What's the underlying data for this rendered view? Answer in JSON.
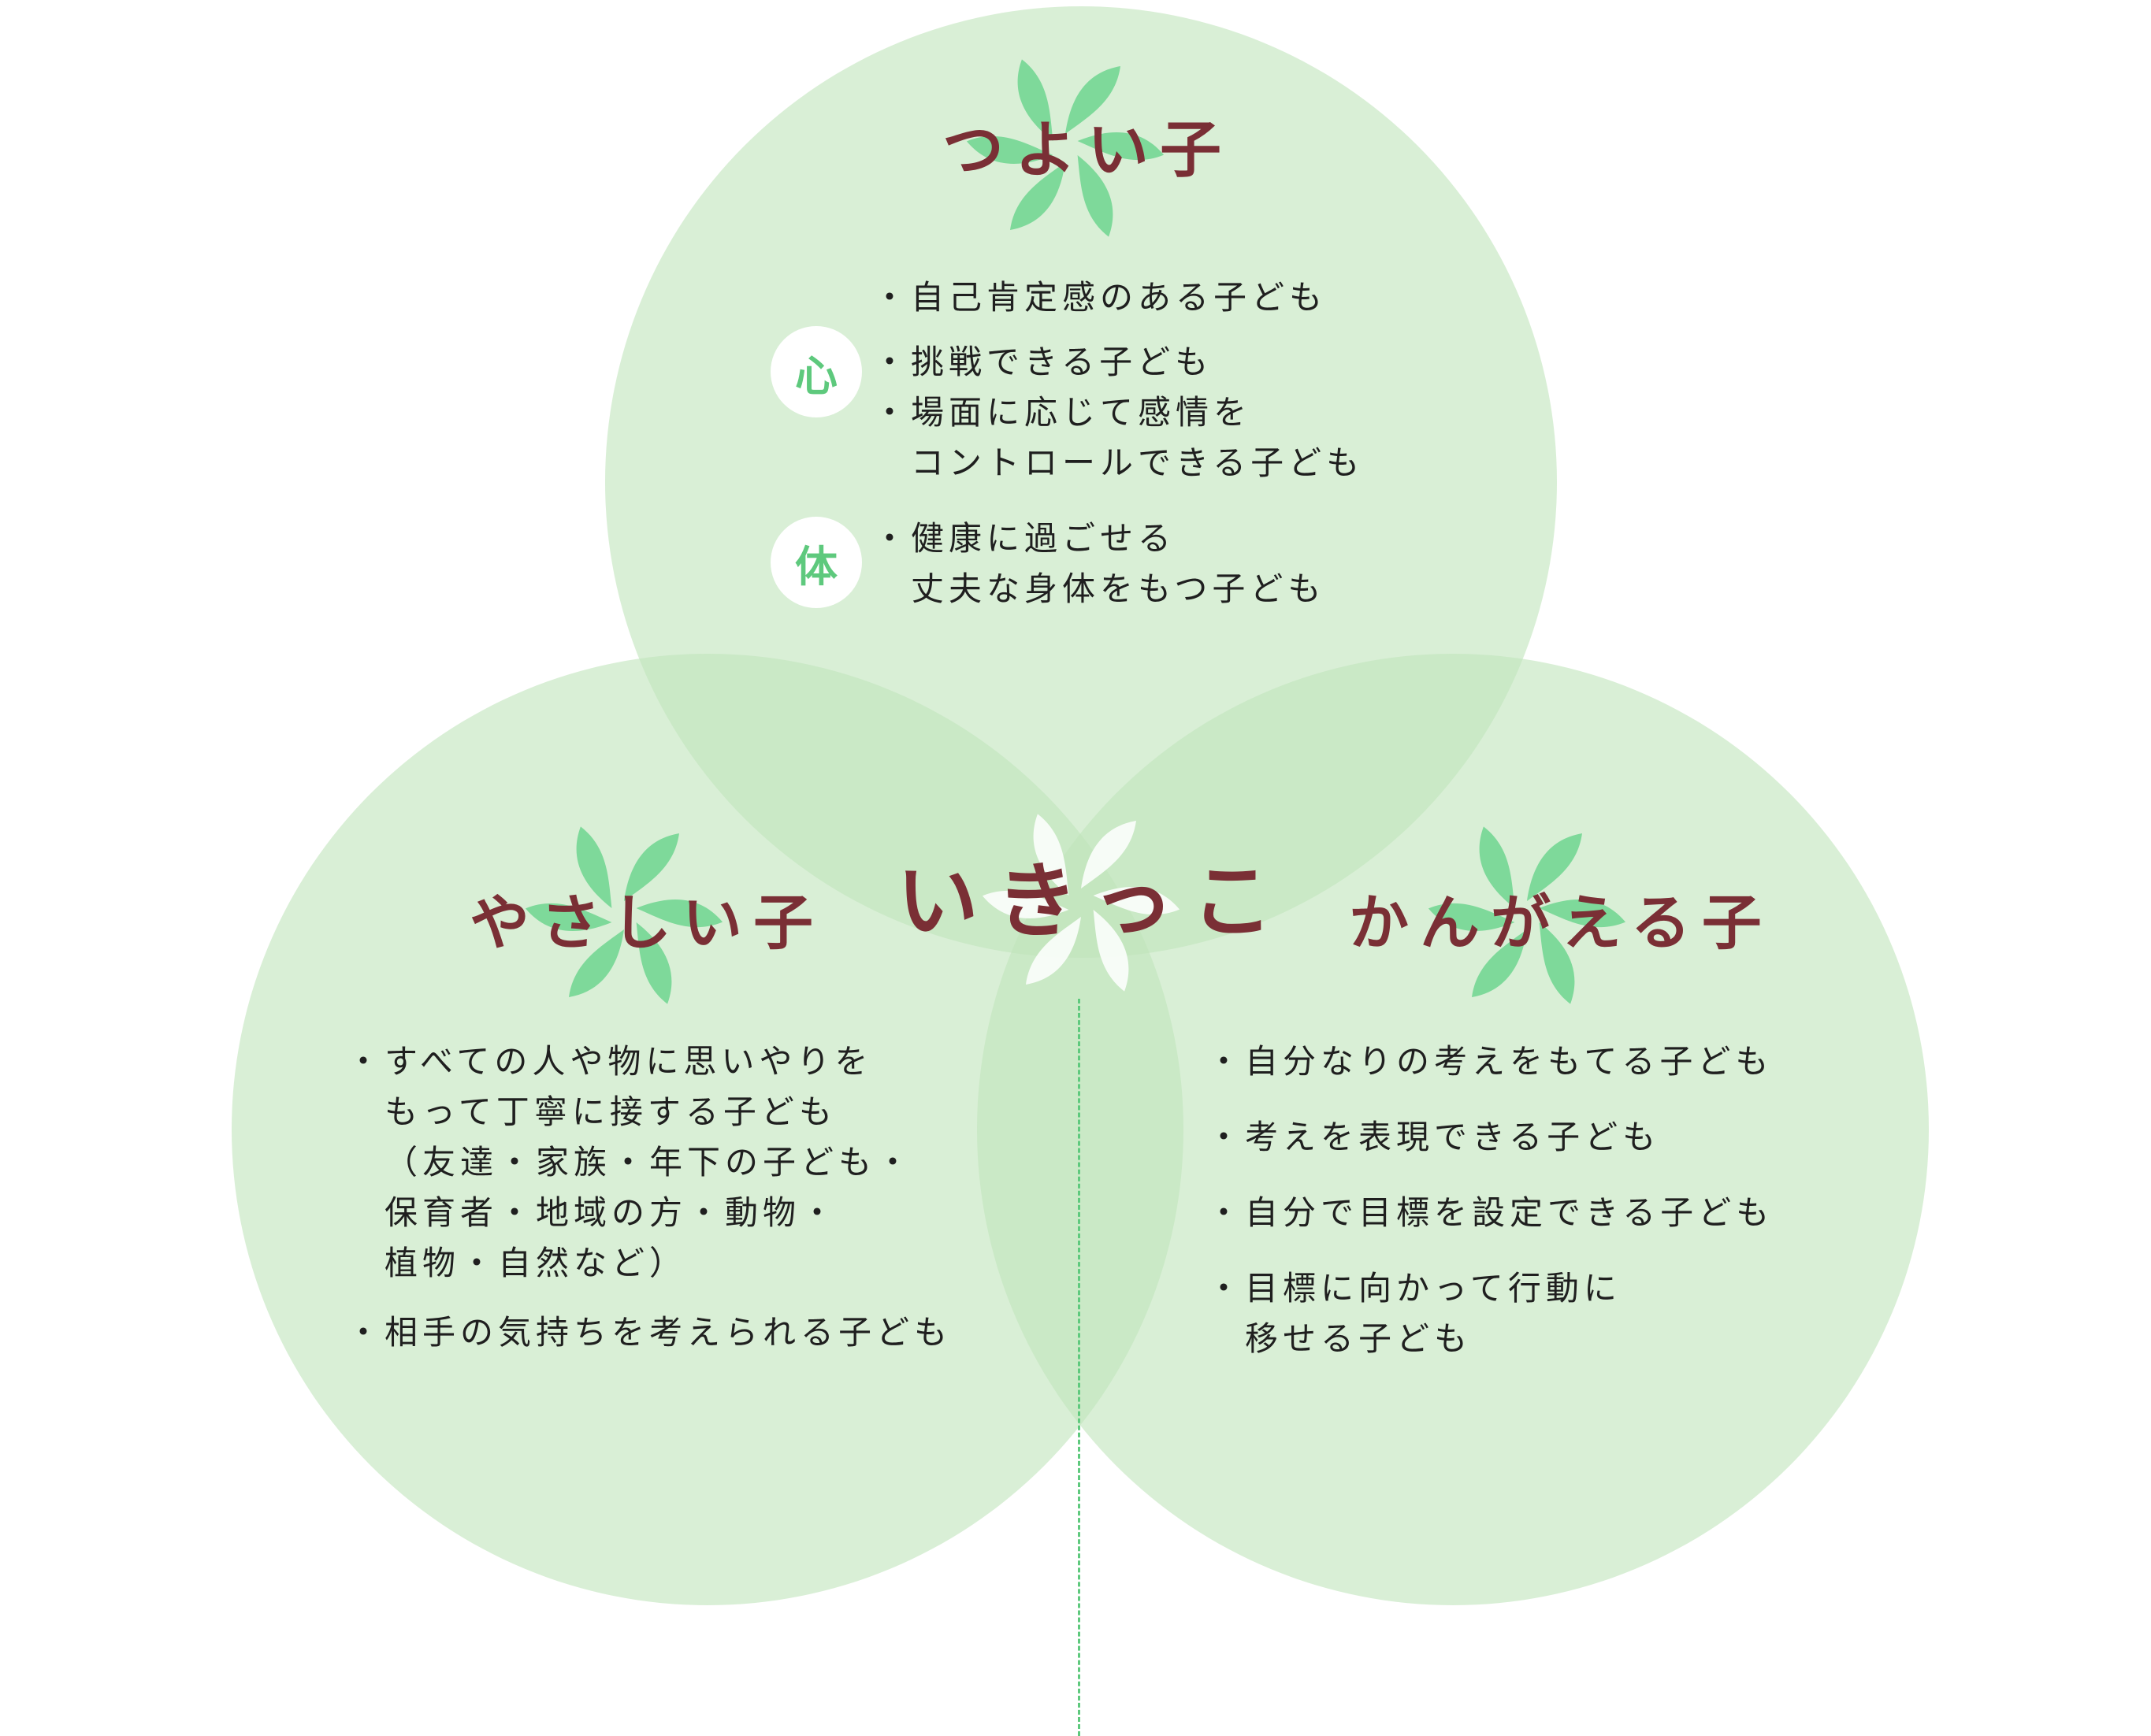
{
  "colors": {
    "circle": "#c0e4bb",
    "heading": "#7a2f35",
    "leaf": "#7ed99a",
    "leaf_center": "#ffffff",
    "badge_text": "#5ec97d",
    "text": "#1f1f1f"
  },
  "center": {
    "title": "いきっこ"
  },
  "strong": {
    "title": "つよい子",
    "heart": {
      "badge": "心",
      "items": [
        "自己肯定感のある子ども",
        "挑戦できる子ども",
        "場面に応じて感情を\nコントロールできる子ども"
      ]
    },
    "body": {
      "badge": "体",
      "items": [
        "健康に過ごせる\n丈夫な身体をもつ子ども"
      ]
    }
  },
  "kind": {
    "title": "やさしい子",
    "items": [
      "すべての人や物に思いやりを\nもって丁寧に接する子ども\n（友達・家族・年下の子ども・\n保育者・地域の方・動物・\n植物・自然など）",
      "相手の気持ちを考えられる子ども"
    ]
  },
  "think": {
    "title": "かんがえる子",
    "items": [
      "自分なりの考えをもてる子ども",
      "考えを表現できる子ども",
      "自分で目標を設定できる子ども",
      "目標に向かって行動に\n移せる子ども"
    ]
  }
}
